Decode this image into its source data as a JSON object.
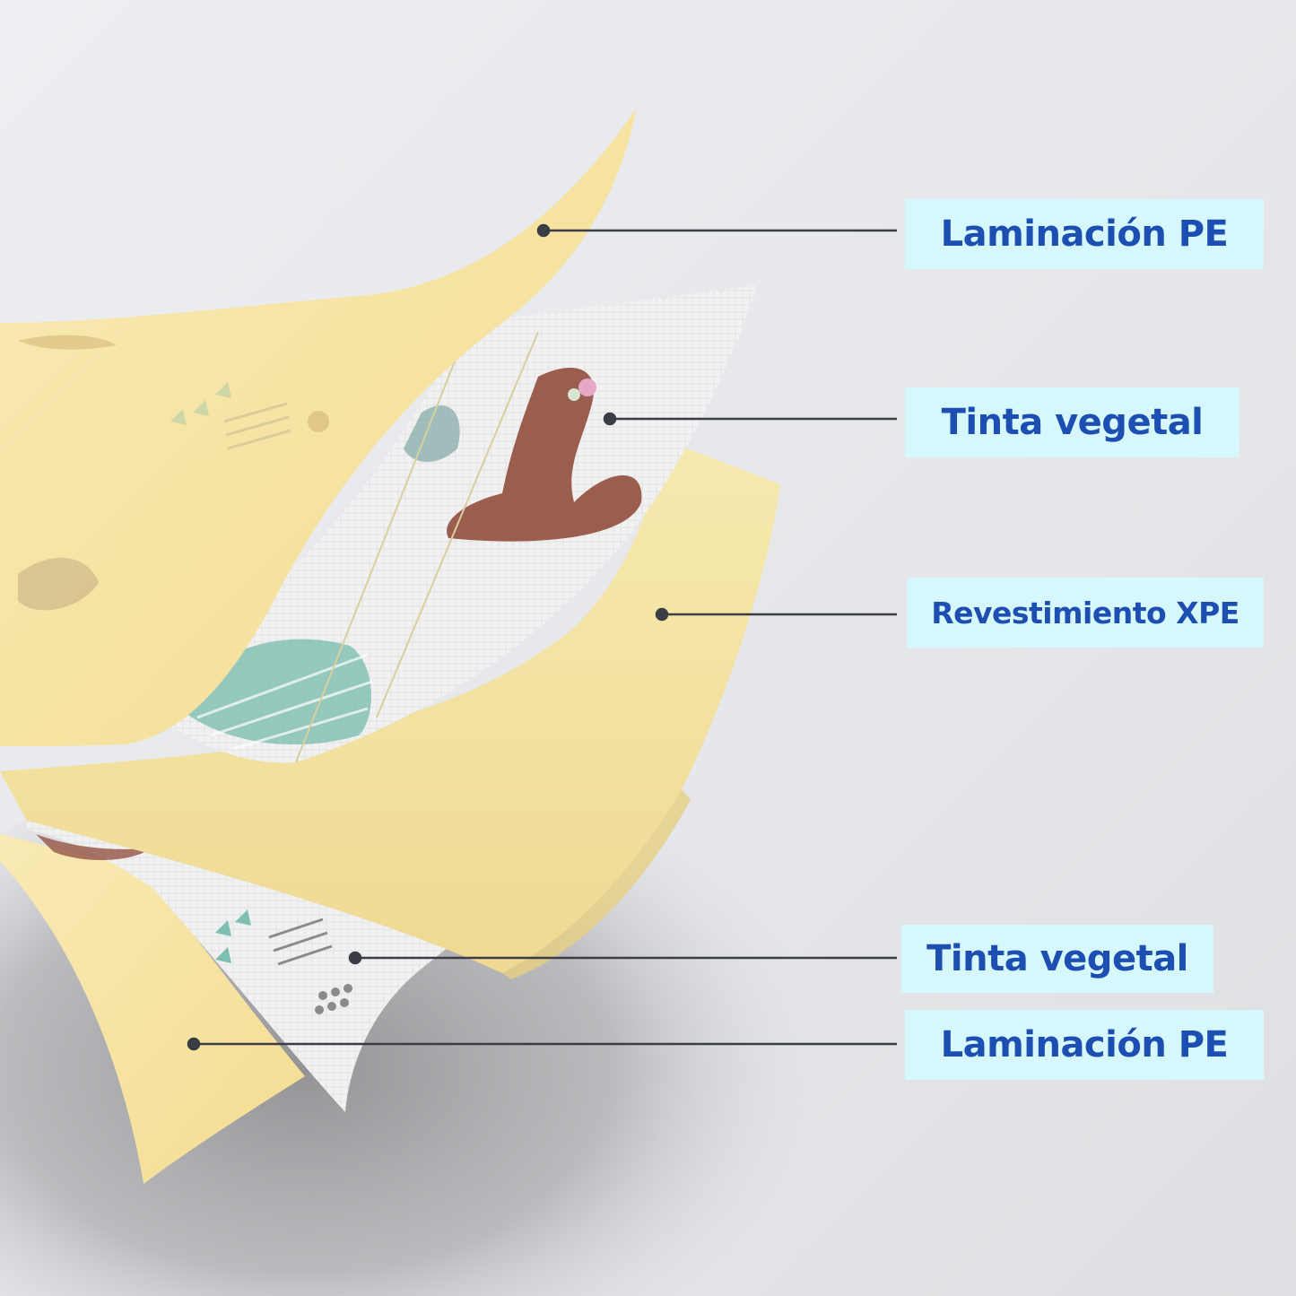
{
  "labels": [
    {
      "text": "Laminación PE"
    },
    {
      "text": "Tinta vegetal"
    },
    {
      "text": "Revestimiento XPE"
    },
    {
      "text": "Tinta vegetal"
    },
    {
      "text": "Laminación PE"
    }
  ],
  "colors": {
    "background": "#e9eaee",
    "label_fill": "#d6f7fb",
    "label_text": "#1d4fb2",
    "layer_pe": "#f6e6a6",
    "layer_xpe": "#f3e7aa",
    "print_white": "#f0f0f0",
    "leader_line": "#3a3d44",
    "fox": "#9a5d4e",
    "plant_teal": "#7fbfb2"
  }
}
